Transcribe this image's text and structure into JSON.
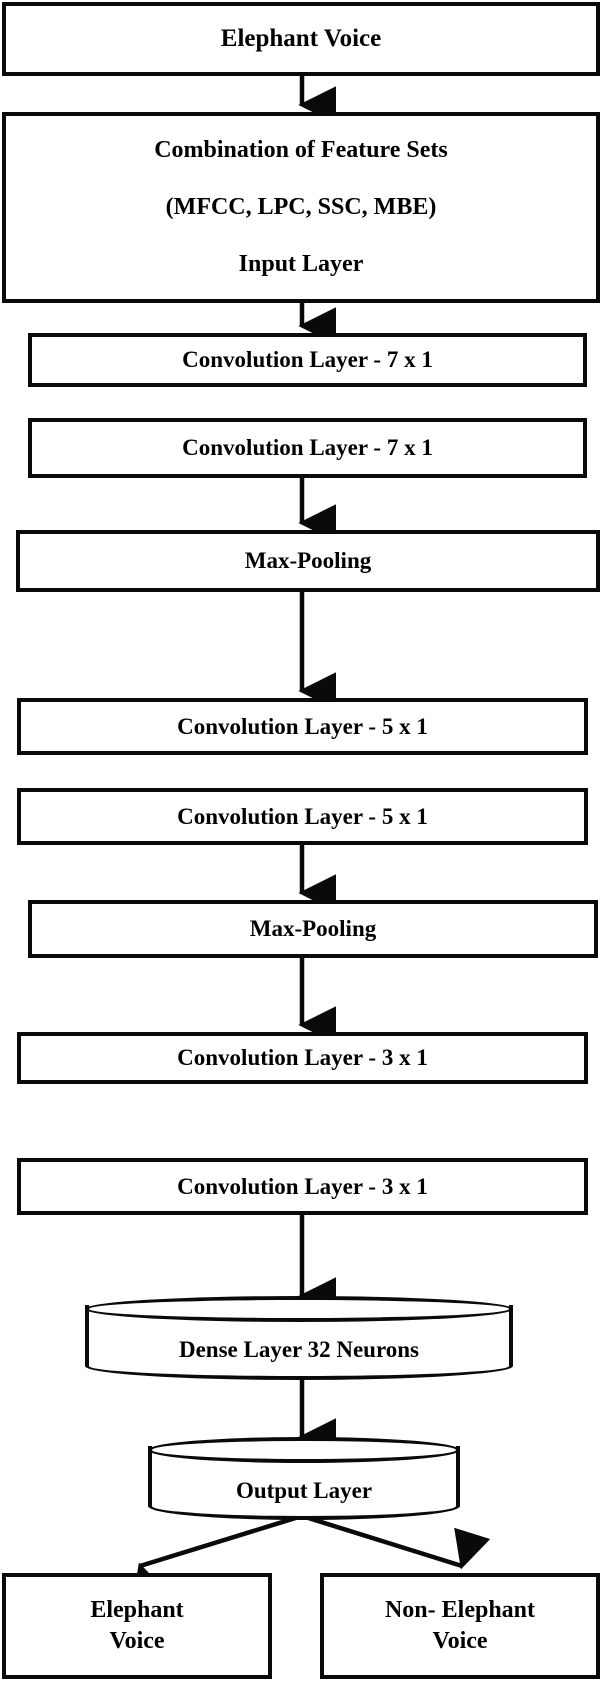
{
  "diagram": {
    "title": "Elephant Voice CNN Classification Architecture",
    "type": "flowchart",
    "stroke_color": "#0a0a0a",
    "fill_color": "#ffffff",
    "nodes": [
      {
        "id": "input_voice",
        "shape": "rect",
        "lines": [
          "Elephant Voice"
        ]
      },
      {
        "id": "feature_sets",
        "shape": "rect",
        "lines": [
          "Combination of Feature Sets",
          "(MFCC, LPC, SSC, MBE)",
          "Input Layer"
        ]
      },
      {
        "id": "conv7_1",
        "shape": "rect",
        "lines": [
          "Convolution Layer - 7 x 1"
        ]
      },
      {
        "id": "conv7_2",
        "shape": "rect",
        "lines": [
          "Convolution Layer - 7 x 1"
        ]
      },
      {
        "id": "maxpool_1",
        "shape": "rect",
        "lines": [
          "Max-Pooling"
        ]
      },
      {
        "id": "conv5_1",
        "shape": "rect",
        "lines": [
          "Convolution Layer - 5 x 1"
        ]
      },
      {
        "id": "conv5_2",
        "shape": "rect",
        "lines": [
          "Convolution Layer - 5 x 1"
        ]
      },
      {
        "id": "maxpool_2",
        "shape": "rect",
        "lines": [
          "Max-Pooling"
        ]
      },
      {
        "id": "conv3_1",
        "shape": "rect",
        "lines": [
          "Convolution Layer - 3 x 1"
        ]
      },
      {
        "id": "conv3_2",
        "shape": "rect",
        "lines": [
          "Convolution Layer - 3 x 1"
        ]
      },
      {
        "id": "dense_layer",
        "shape": "cylinder",
        "lines": [
          "Dense Layer 32 Neurons"
        ]
      },
      {
        "id": "output_layer",
        "shape": "cylinder",
        "lines": [
          "Output Layer"
        ]
      },
      {
        "id": "out_elephant",
        "shape": "rect",
        "lines": [
          "Elephant",
          "Voice"
        ]
      },
      {
        "id": "out_non_elephant",
        "shape": "rect",
        "lines": [
          "Non- Elephant",
          "Voice"
        ]
      }
    ],
    "labels": {
      "input_voice": "Elephant Voice",
      "feature_sets_l1": "Combination of Feature Sets",
      "feature_sets_l2": "(MFCC, LPC, SSC, MBE)",
      "feature_sets_l3": "Input Layer",
      "conv7_1": "Convolution Layer - 7 x 1",
      "conv7_2": "Convolution Layer - 7 x 1",
      "maxpool_1": "Max-Pooling",
      "conv5_1": "Convolution Layer - 5 x 1",
      "conv5_2": "Convolution Layer - 5 x 1",
      "maxpool_2": "Max-Pooling",
      "conv3_1": "Convolution Layer - 3 x 1",
      "conv3_2": "Convolution Layer - 3 x 1",
      "dense_layer": "Dense Layer 32 Neurons",
      "output_layer": "Output Layer",
      "out_elephant_l1": "Elephant",
      "out_elephant_l2": "Voice",
      "out_non_elephant_l1": "Non- Elephant",
      "out_non_elephant_l2": "Voice"
    },
    "edges": [
      {
        "from": "input_voice",
        "to": "feature_sets"
      },
      {
        "from": "feature_sets",
        "to": "conv7_1"
      },
      {
        "from": "conv7_2",
        "to": "maxpool_1"
      },
      {
        "from": "maxpool_1",
        "to": "conv5_1"
      },
      {
        "from": "conv5_2",
        "to": "maxpool_2"
      },
      {
        "from": "maxpool_2",
        "to": "conv3_1"
      },
      {
        "from": "conv3_2",
        "to": "dense_layer"
      },
      {
        "from": "dense_layer",
        "to": "output_layer"
      },
      {
        "from": "output_layer",
        "to": "out_elephant"
      },
      {
        "from": "output_layer",
        "to": "out_non_elephant"
      }
    ]
  }
}
